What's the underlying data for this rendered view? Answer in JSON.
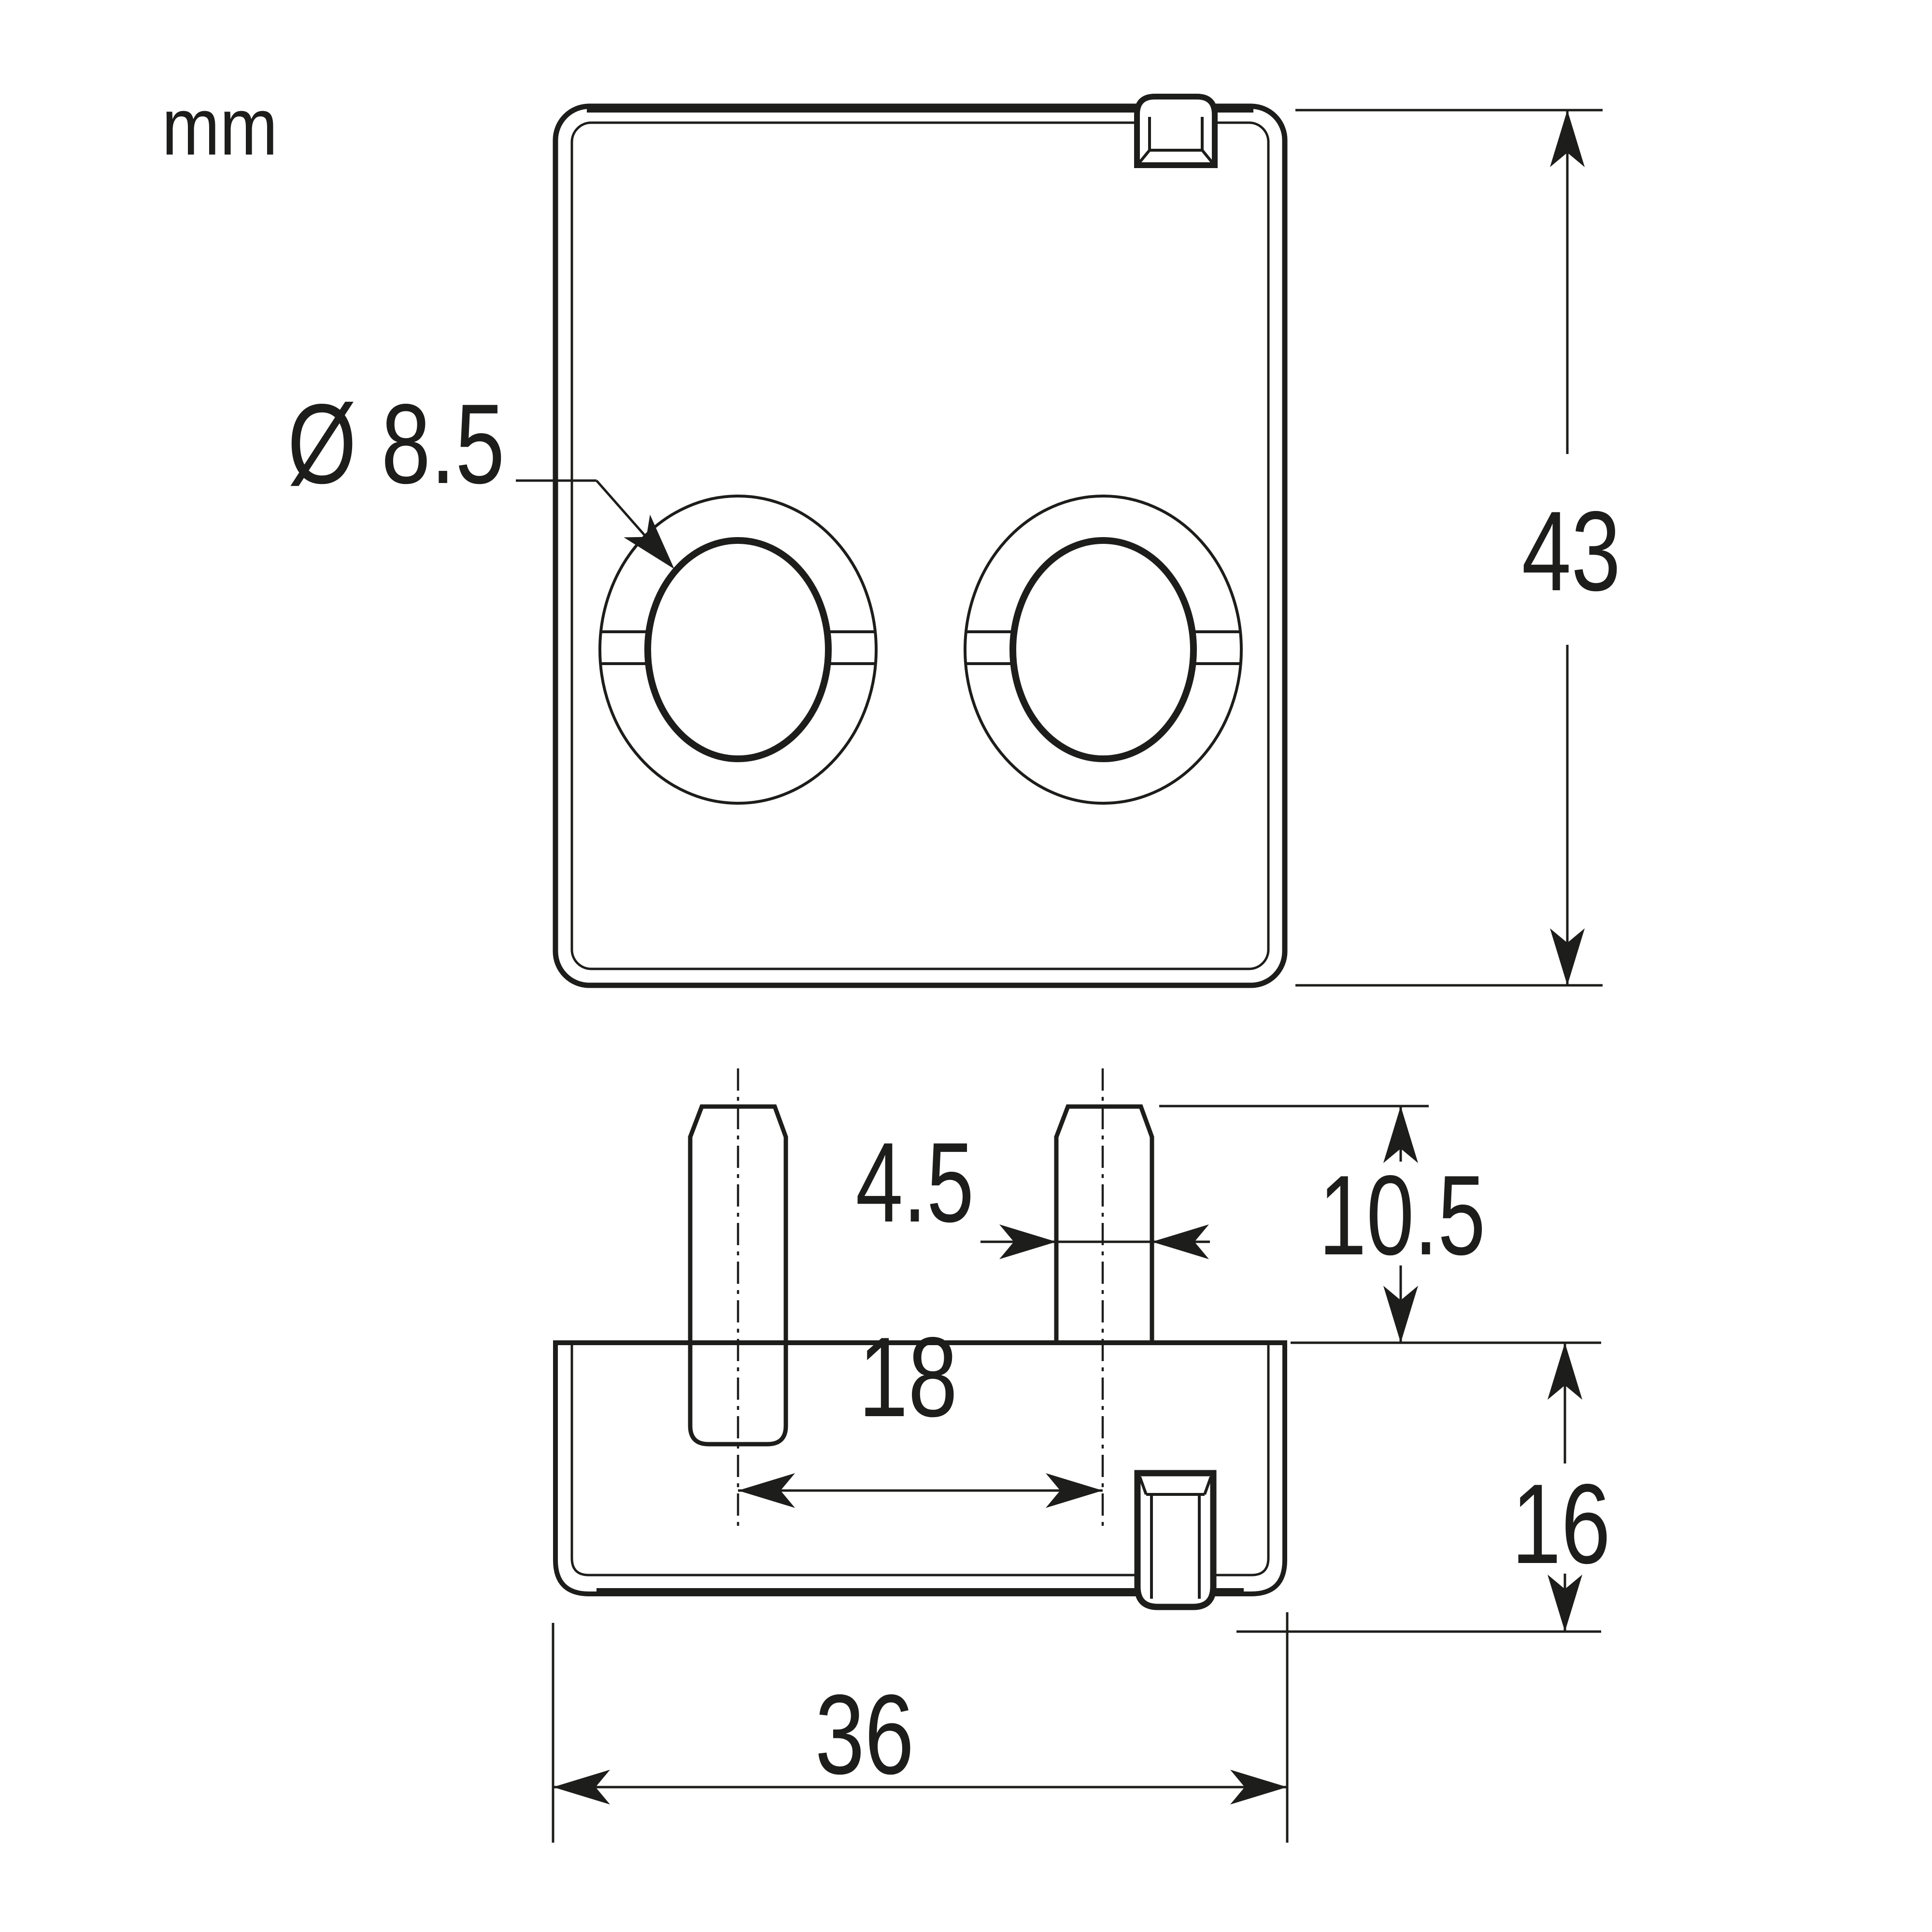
{
  "drawing": {
    "units_label": "mm",
    "colors": {
      "background": "#ffffff",
      "line": "#1d1d1b"
    },
    "top_view": {
      "title": "front-view-of-cable-clamp",
      "labels": {
        "hole_diameter": "Ø 8.5",
        "overall_height": "43"
      }
    },
    "side_view": {
      "title": "side-view-of-cable-clamp",
      "labels": {
        "stud_width": "4.5",
        "stud_protrusion": "10.5",
        "stud_spacing": "18",
        "body_height": "16",
        "overall_width": "36"
      }
    }
  }
}
